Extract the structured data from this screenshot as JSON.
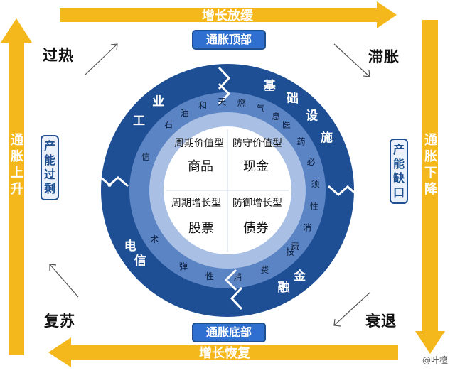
{
  "arrows": {
    "top": "增长放缓",
    "bottom": "增长恢复",
    "left": "通胀上升",
    "right": "通胀下降"
  },
  "corners": {
    "top_left": "过热",
    "top_right": "滞胀",
    "bottom_left": "复苏",
    "bottom_right": "衰退"
  },
  "side_labels": {
    "left": "产能过剩",
    "right": "产能缺口"
  },
  "ring_labels": {
    "top": "通胀顶部",
    "bottom": "通胀底部"
  },
  "quadrants": {
    "top_left": {
      "type": "周期价值型",
      "asset": "商品"
    },
    "top_right": {
      "type": "防守价值型",
      "asset": "现金"
    },
    "bottom_left": {
      "type": "周期增长型",
      "asset": "股票"
    },
    "bottom_right": {
      "type": "防御增长型",
      "asset": "债券"
    }
  },
  "outer_ring_sectors": [
    "工",
    "业",
    "基",
    "础",
    "设",
    "施",
    "金",
    "融",
    "电",
    "信"
  ],
  "middle_ring_text": {
    "top_left": [
      "石",
      "油",
      "和",
      "天",
      "燃",
      "气"
    ],
    "right": [
      "医",
      "药",
      "必",
      "须",
      "性",
      "消",
      "费"
    ],
    "bottom": [
      "弹",
      "性",
      "消",
      "费"
    ],
    "left": [
      "信",
      "息",
      "技",
      "术"
    ]
  },
  "watermark": "@叶檀",
  "colors": {
    "arrow": "#f5b81c",
    "outer_ring": "#1e4f95",
    "middle_ring": "#5b84c4",
    "inner_ring": "#a9c0e4",
    "core": "#ffffff",
    "label_box": "#2e6fd0"
  }
}
